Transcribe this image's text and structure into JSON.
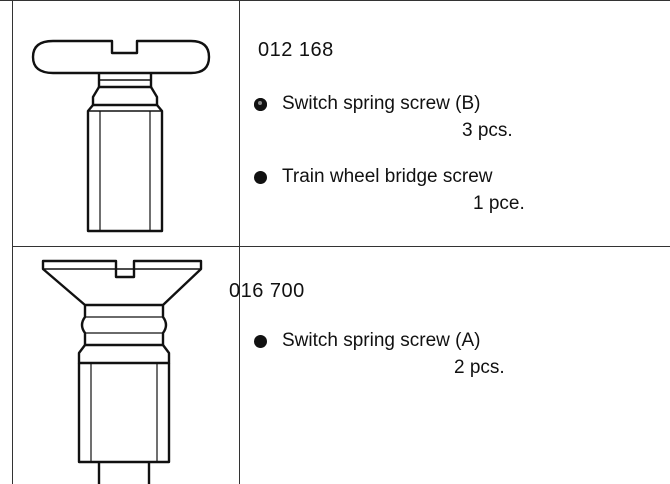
{
  "parts": [
    {
      "part_number": "012 168",
      "items": [
        {
          "label": "Switch spring screw (B)",
          "quantity": "3 pcs.",
          "bullet": "ringed"
        },
        {
          "label": "Train wheel bridge screw",
          "quantity": "1 pce.",
          "bullet": "solid"
        }
      ]
    },
    {
      "part_number": "016 700",
      "items": [
        {
          "label": "Switch spring screw (A)",
          "quantity": "2 pcs.",
          "bullet": "solid"
        }
      ]
    }
  ],
  "icons": [
    "round-head-screw-icon",
    "countersunk-screw-icon"
  ]
}
